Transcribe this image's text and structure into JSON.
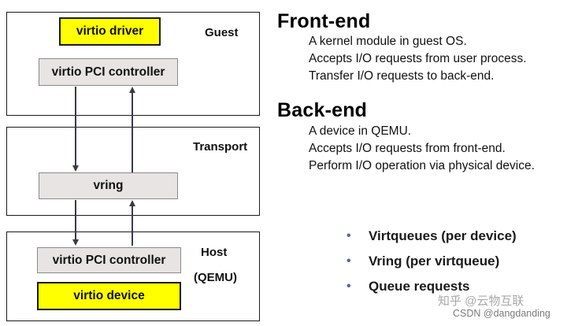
{
  "diagram": {
    "guest": {
      "label": "Guest",
      "driver_label": "virtio driver",
      "controller_label": "virtio PCI controller"
    },
    "transport": {
      "label": "Transport",
      "vring_label": "vring"
    },
    "host": {
      "label_line1": "Host",
      "label_line2": "(QEMU)",
      "controller_label": "virtio PCI controller",
      "device_label": "virtio device"
    },
    "colors": {
      "component_fill": "#ffff00",
      "controller_fill": "#e7e4e3",
      "border": "#1a1a1a"
    }
  },
  "frontend": {
    "title": "Front-end",
    "lines": [
      "A kernel module in guest OS.",
      "Accepts I/O requests from user process.",
      "Transfer I/O requests to back-end."
    ]
  },
  "backend": {
    "title": "Back-end",
    "lines": [
      "A device in QEMU.",
      "Accepts I/O requests from front-end.",
      "Perform I/O operation via physical device."
    ]
  },
  "bullets": [
    "Virtqueues (per device)",
    "Vring (per virtqueue)",
    "Queue requests"
  ],
  "bullet_color": "#4f6aa8",
  "watermarks": {
    "zhihu": "知乎 @云物互联",
    "csdn": "CSDN @dangdanding"
  }
}
